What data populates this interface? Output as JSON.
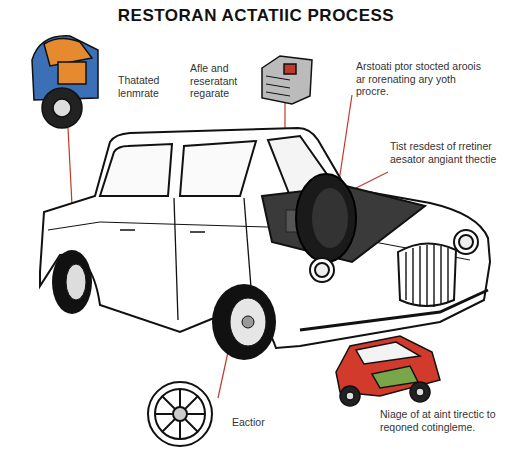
{
  "diagram": {
    "title": "RESTORAN ACTATIIC PROCESS",
    "labels": [
      "Thatated lenmrate",
      "Afle and reseratant regarate",
      "Arstoati ptor stocted aroois ar rorenating ary yoth procre.",
      "Tist resdest of rretiner aesator angiant thectie",
      "Eactior",
      "Niage of at aint tirectic to reqoned cotingleme."
    ]
  }
}
